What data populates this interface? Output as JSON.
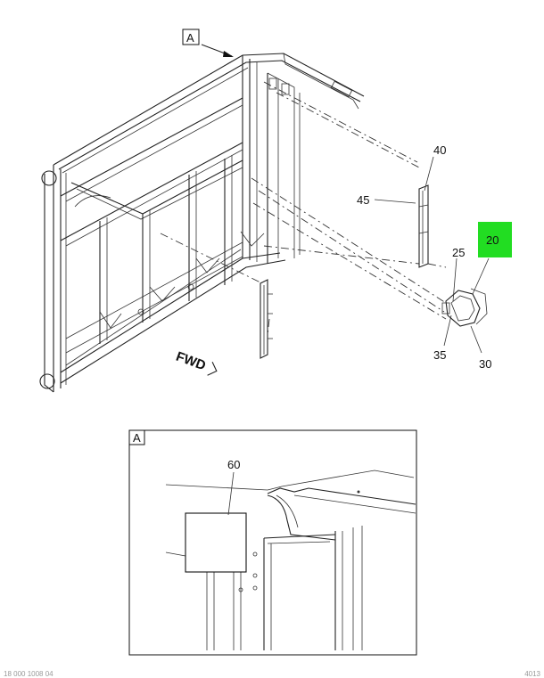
{
  "view_marker": "A",
  "direction_label": "FWD",
  "callouts": {
    "c40": "40",
    "c45": "45",
    "c20": "20",
    "c25": "25",
    "c35": "35",
    "c30": "30",
    "c60": "60"
  },
  "detail_view_label": "A",
  "highlight_color": "#22dd22",
  "footer_left": "18 000 1008 04",
  "footer_right": "4013"
}
